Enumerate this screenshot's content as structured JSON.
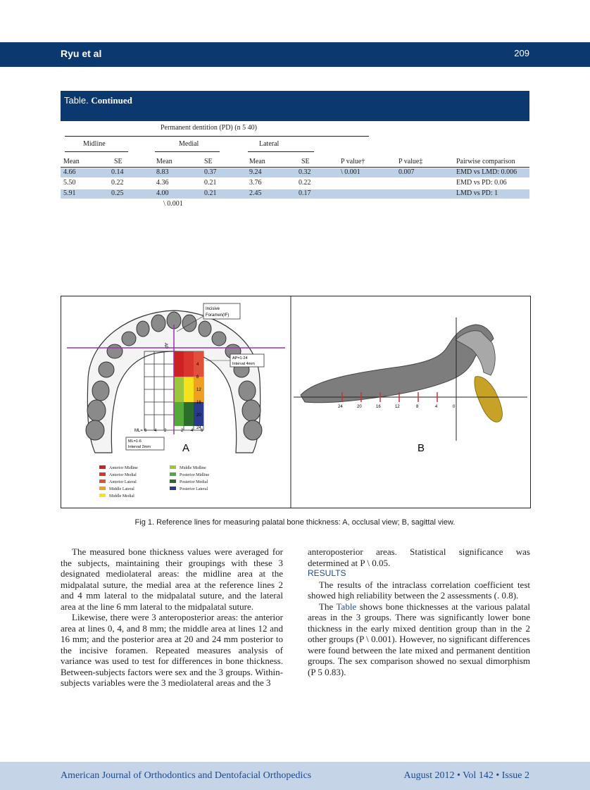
{
  "header": {
    "left": "Ryu et al",
    "right": "209"
  },
  "table": {
    "banner_prefix": "Table.",
    "banner_suffix": "Continued",
    "group_title": "Permanent dentition (PD) (n 5  40)",
    "groups": [
      "Midline",
      "Medial",
      "Lateral"
    ],
    "columns": [
      "Mean",
      "SE",
      "Mean",
      "SE",
      "Mean",
      "SE",
      "P value†",
      "P value‡",
      "Pairwise comparison"
    ],
    "rows": [
      [
        "4.66",
        "0.14",
        "8.83",
        "0.37",
        "9.24",
        "0.32",
        "\\ 0.001",
        "0.007",
        "EMD vs LMD: 0.006"
      ],
      [
        "5.50",
        "0.22",
        "4.36",
        "0.21",
        "3.76",
        "0.22",
        "",
        "",
        "EMD vs PD: 0.06"
      ],
      [
        "5.91",
        "0.25",
        "4.00",
        "0.21",
        "2.45",
        "0.17",
        "",
        "",
        "LMD vs PD: 1"
      ]
    ],
    "trailing_value": "\\ 0.001"
  },
  "figure": {
    "panel_a": {
      "label": "A",
      "incisive_label_1": "Incisive",
      "incisive_label_2": "Foramen(IF)",
      "ap_label": "AP",
      "ap_box_1": "AP=1-24",
      "ap_box_2": "Interval 4mm",
      "ml_box_1": "ML=1-6",
      "ml_box_2": "Interval 2mm",
      "ml_axis_label": "ML=",
      "ml_ticks": [
        "6",
        "4",
        "2",
        "2",
        "4",
        "6"
      ],
      "ap_ticks": [
        "4",
        "8",
        "12",
        "16",
        "20",
        "24"
      ],
      "legend": [
        {
          "label": "Anterior Midline",
          "color": "#cc2222"
        },
        {
          "label": "Anterior Medial",
          "color": "#d9342e"
        },
        {
          "label": "Anterior Lateral",
          "color": "#e0503a"
        },
        {
          "label": "Middle Lateral",
          "color": "#f0a020"
        },
        {
          "label": "Middle Medial",
          "color": "#f5e21a"
        },
        {
          "label": "Middle Midline",
          "color": "#9cc63c"
        },
        {
          "label": "Posterior Midline",
          "color": "#55a83a"
        },
        {
          "label": "Posterior Medial",
          "color": "#2a6e2a"
        },
        {
          "label": "Posterior Lateral",
          "color": "#2a3a8c"
        }
      ]
    },
    "panel_b": {
      "label": "B",
      "ticks": [
        "24",
        "20",
        "16",
        "12",
        "8",
        "4",
        "0"
      ]
    },
    "caption": "Fig 1. Reference lines for measuring palatal bone thickness: A, occlusal view; B, sagittal view."
  },
  "body": {
    "left_p1": "The measured bone thickness values were averaged for the subjects, maintaining their groupings with these 3 designated mediolateral areas: the midline area at the midpalatal suture, the medial area at the reference lines 2 and 4 mm lateral to the midpalatal suture, and the lateral area at the line 6 mm lateral to the midpalatal suture.",
    "left_p2": "Likewise, there were 3 anteroposterior areas: the anterior area at lines 0, 4, and 8 mm; the middle area at lines 12 and 16 mm; and the posterior area at 20 and 24 mm posterior to the incisive foramen. Repeated measures analysis of variance was used to test for differences in bone thickness. Between-subjects factors were sex and the 3 groups. Within-subjects variables were the 3 mediolateral areas and the 3",
    "right_p1": "anteroposterior areas. Statistical significance was determined at P \\ 0.05.",
    "results_title": "RESULTS",
    "right_p2": "The results of the intraclass correlation coefficient test showed high reliability between the 2 assessments (. 0.8).",
    "right_p3_pre": "The",
    "right_p3_link": "Table",
    "right_p3_post": "shows bone thicknesses at the various palatal areas in the 3 groups. There was significantly lower bone thickness in the early mixed dentition group than in the 2 other groups (P \\ 0.001). However, no significant differences were found between the late mixed and permanent dentition groups. The sex comparison showed no sexual dimorphism (P 5  0.83)."
  },
  "footer": {
    "left": "American Journal of Orthodontics and Dentofacial Orthopedics",
    "right": "August 2012 • Vol 142 • Issue 2"
  }
}
